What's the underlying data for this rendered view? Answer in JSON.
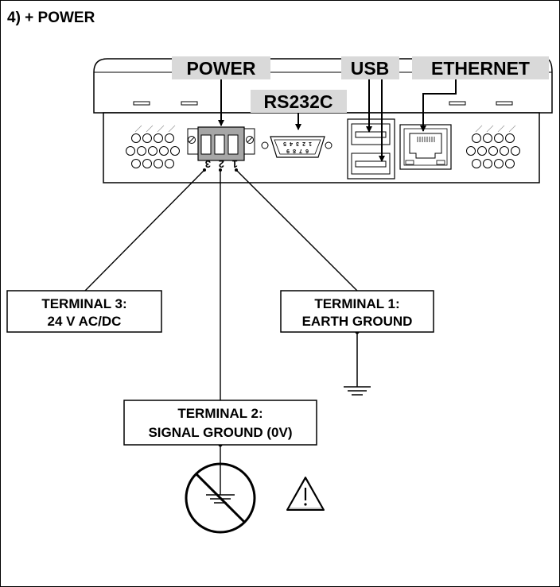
{
  "page": {
    "heading": "4) + POWER"
  },
  "labels": {
    "power": "POWER",
    "usb": "USB",
    "ethernet": "ETHERNET",
    "rs232c": "RS232C"
  },
  "terminal_block": {
    "numbers_printed": [
      "3",
      "2",
      "1"
    ]
  },
  "serial_pins": {
    "top_row": [
      "5",
      "4",
      "3",
      "2",
      "1"
    ],
    "bottom_row": [
      "9",
      "8",
      "7",
      "6"
    ]
  },
  "terminals": {
    "t3": {
      "title": "TERMINAL 3:",
      "desc": "24 V AC/DC"
    },
    "t1": {
      "title": "TERMINAL 1:",
      "desc": "EARTH GROUND"
    },
    "t2": {
      "title": "TERMINAL 2:",
      "desc": "SIGNAL GROUND (0V)"
    }
  },
  "colors": {
    "label_background": "#d9d9d9",
    "terminal_block_fill": "#a6a6a6",
    "line": "#000000"
  },
  "icons": [
    "earth-ground-symbol",
    "no-ground-prohibition-icon",
    "warning-triangle-icon"
  ]
}
